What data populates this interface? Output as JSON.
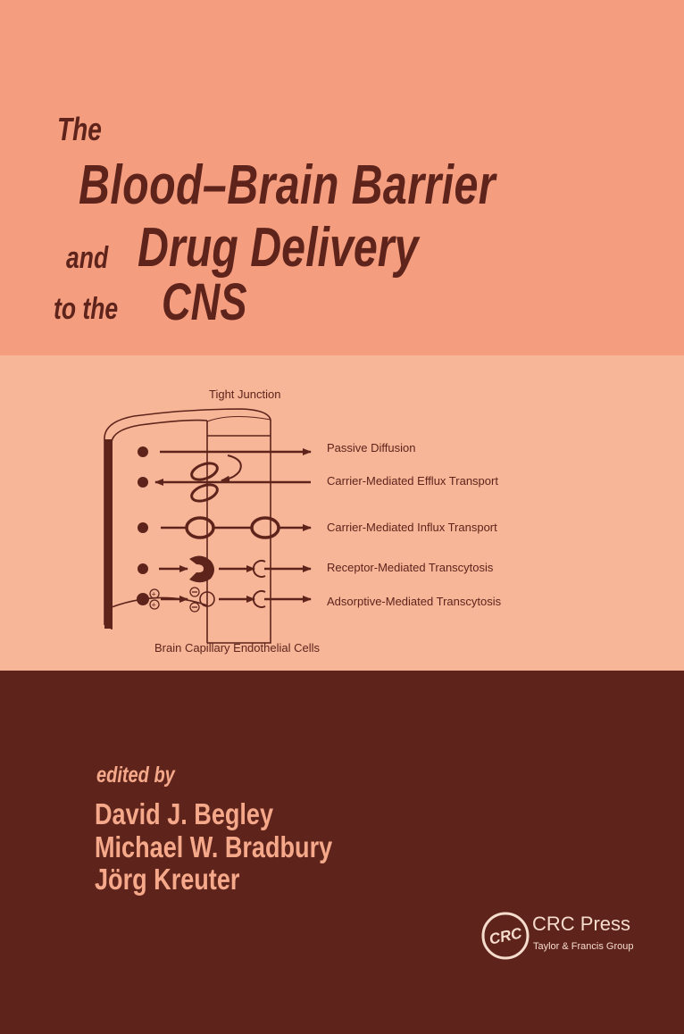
{
  "cover": {
    "colors": {
      "top_band": "#f59d7f",
      "middle_band": "#f8b699",
      "bottom_band": "#5e241b",
      "title_text": "#5e241b",
      "editor_text": "#f6a98a"
    },
    "title": {
      "line1": "The",
      "line2": "Blood–Brain Barrier",
      "line3_small": "and",
      "line3_large": "Drug Delivery",
      "line4_small": "to the",
      "line4_large": "CNS"
    },
    "diagram": {
      "top_label": "Tight Junction",
      "bottom_label": "Brain Capillary Endothelial Cells",
      "mechanisms": [
        "Passive Diffusion",
        "Carrier-Mediated Efflux Transport",
        "Carrier-Mediated Influx Transport",
        "Receptor-Mediated Transcytosis",
        "Adsorptive-Mediated Transcytosis"
      ]
    },
    "editors": {
      "label": "edited by",
      "names": [
        "David J. Begley",
        "Michael W. Bradbury",
        "Jörg Kreuter"
      ]
    },
    "publisher": {
      "logo_text": "CRC",
      "name": "CRC Press",
      "group": "Taylor & Francis Group"
    }
  }
}
